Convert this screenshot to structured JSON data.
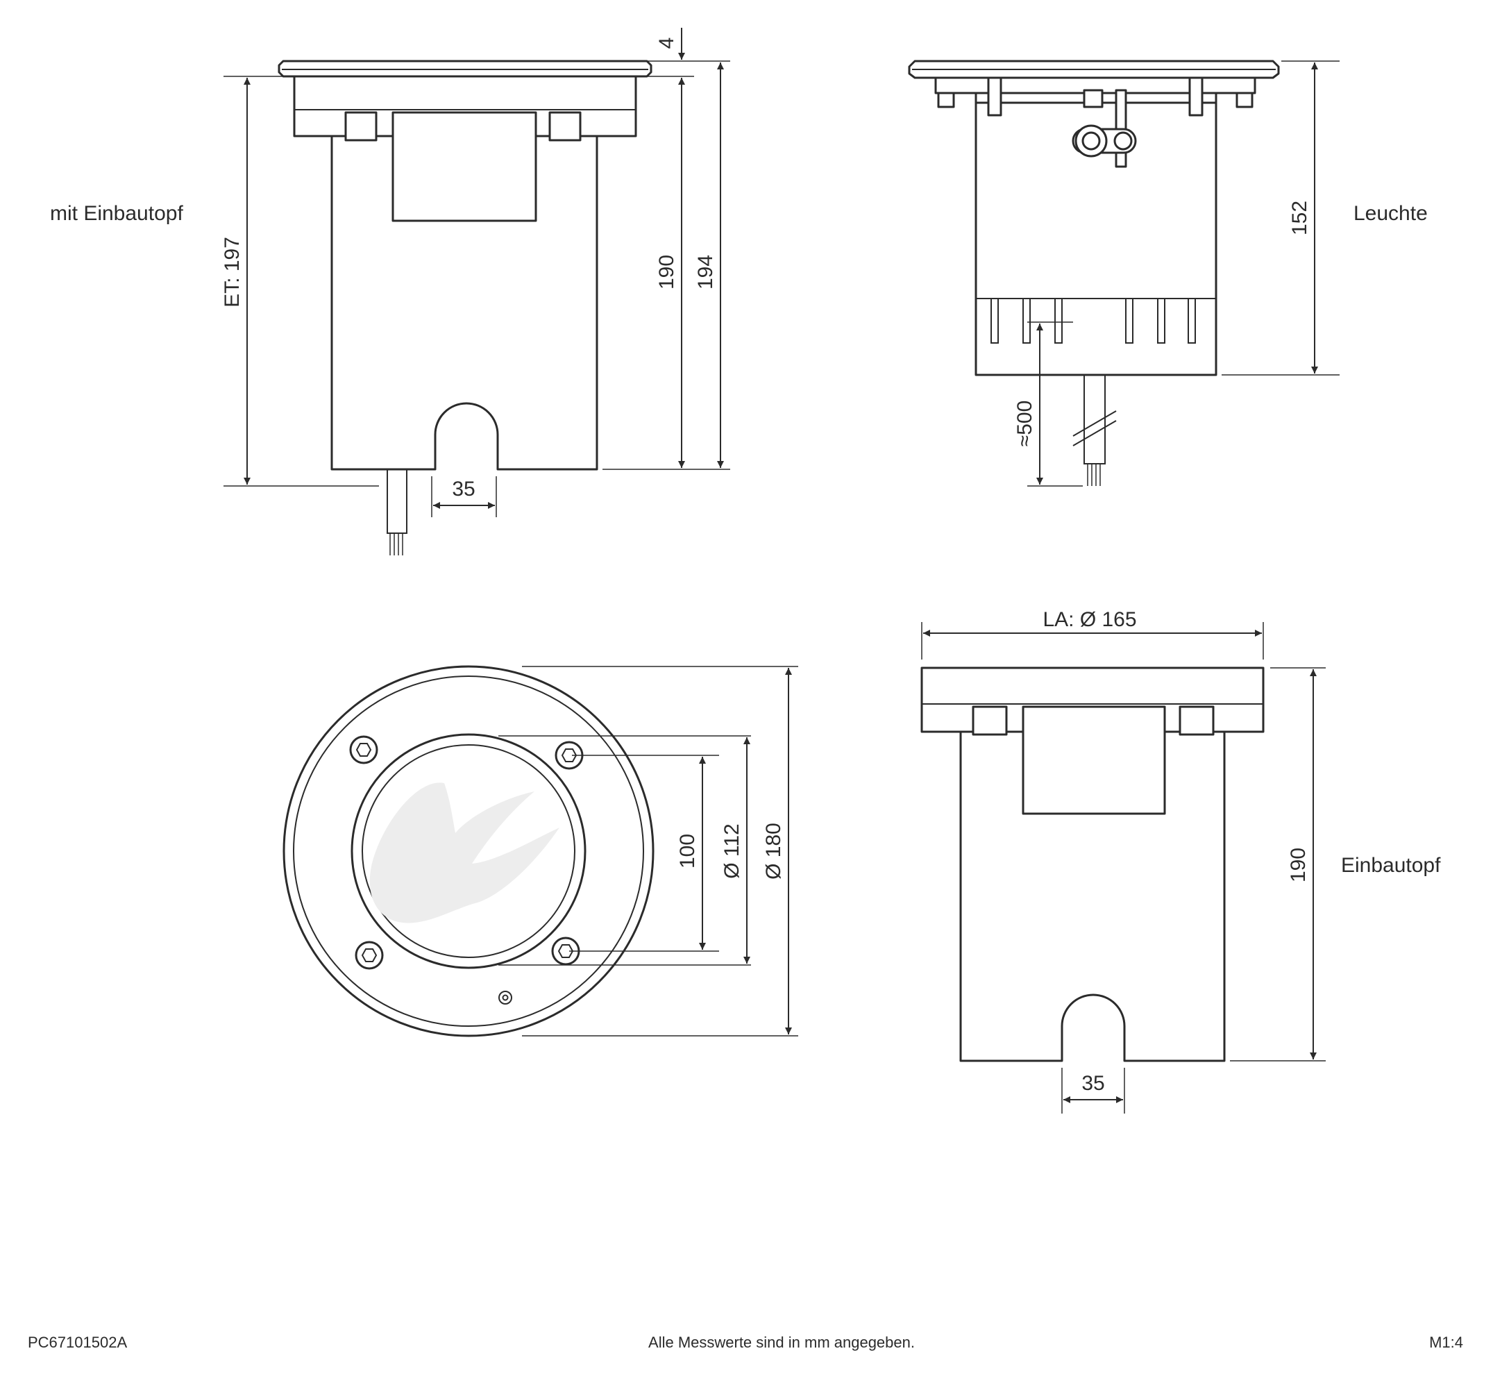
{
  "labels": {
    "mit_einbautopf": "mit Einbautopf",
    "leuchte": "Leuchte",
    "einbautopf": "Einbautopf"
  },
  "dimensions": {
    "flange_thickness": "4",
    "install_depth": "ET: 197",
    "pot_height_front": "190",
    "total_height": "194",
    "slot_width_front": "35",
    "lamp_height": "152",
    "cable_length": "≈500",
    "pot_diameter": "LA: Ø 165",
    "screw_spacing": "100",
    "glass_diameter": "Ø 112",
    "flange_diameter": "Ø 180",
    "pot_height_side": "190",
    "slot_width_side": "35"
  },
  "footer": {
    "article_number": "PC67101502A",
    "note": "Alle Messwerte sind in mm angegeben.",
    "scale": "M1:4"
  }
}
